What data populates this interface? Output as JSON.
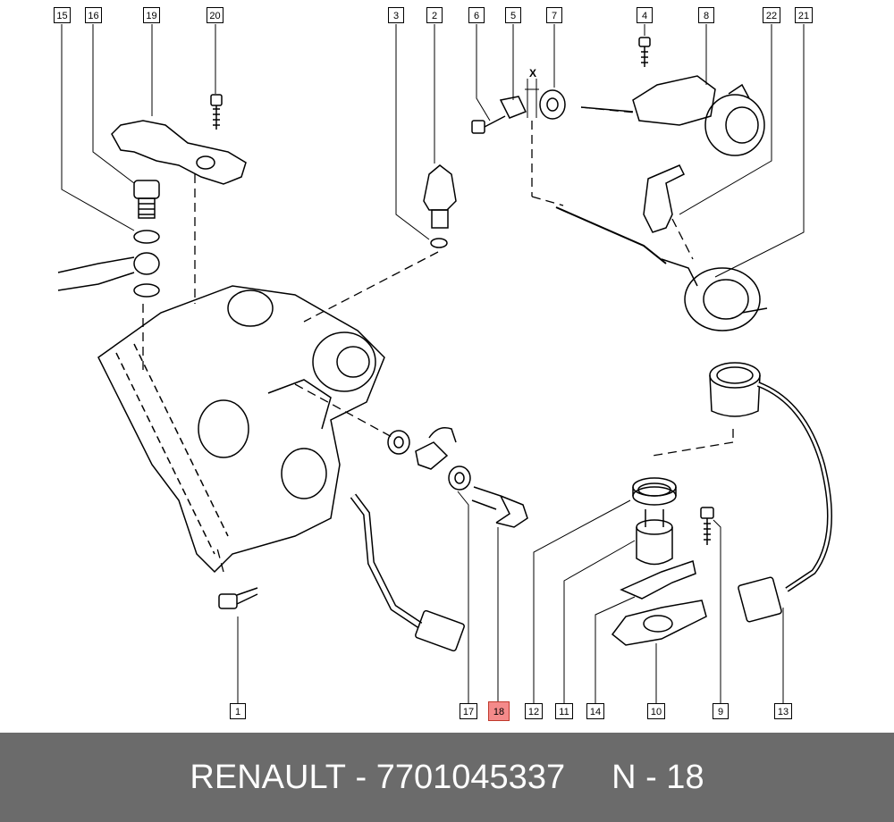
{
  "callouts": {
    "c1": "1",
    "c2": "2",
    "c3": "3",
    "c4": "4",
    "c5": "5",
    "c6": "6",
    "c7": "7",
    "c8": "8",
    "c9": "9",
    "c10": "10",
    "c11": "11",
    "c12": "12",
    "c13": "13",
    "c14": "14",
    "c15": "15",
    "c16": "16",
    "c17": "17",
    "c18": "18",
    "c19": "19",
    "c20": "20",
    "c21": "21",
    "c22": "22"
  },
  "dimension_mark": "X",
  "footer": {
    "brand": "RENAULT",
    "separator": "-",
    "part_number": "7701045337",
    "ref": "N - 18"
  },
  "colors": {
    "highlight": "#f48a8a",
    "footer_bg": "#6b6b6b",
    "footer_text": "#ffffff"
  }
}
